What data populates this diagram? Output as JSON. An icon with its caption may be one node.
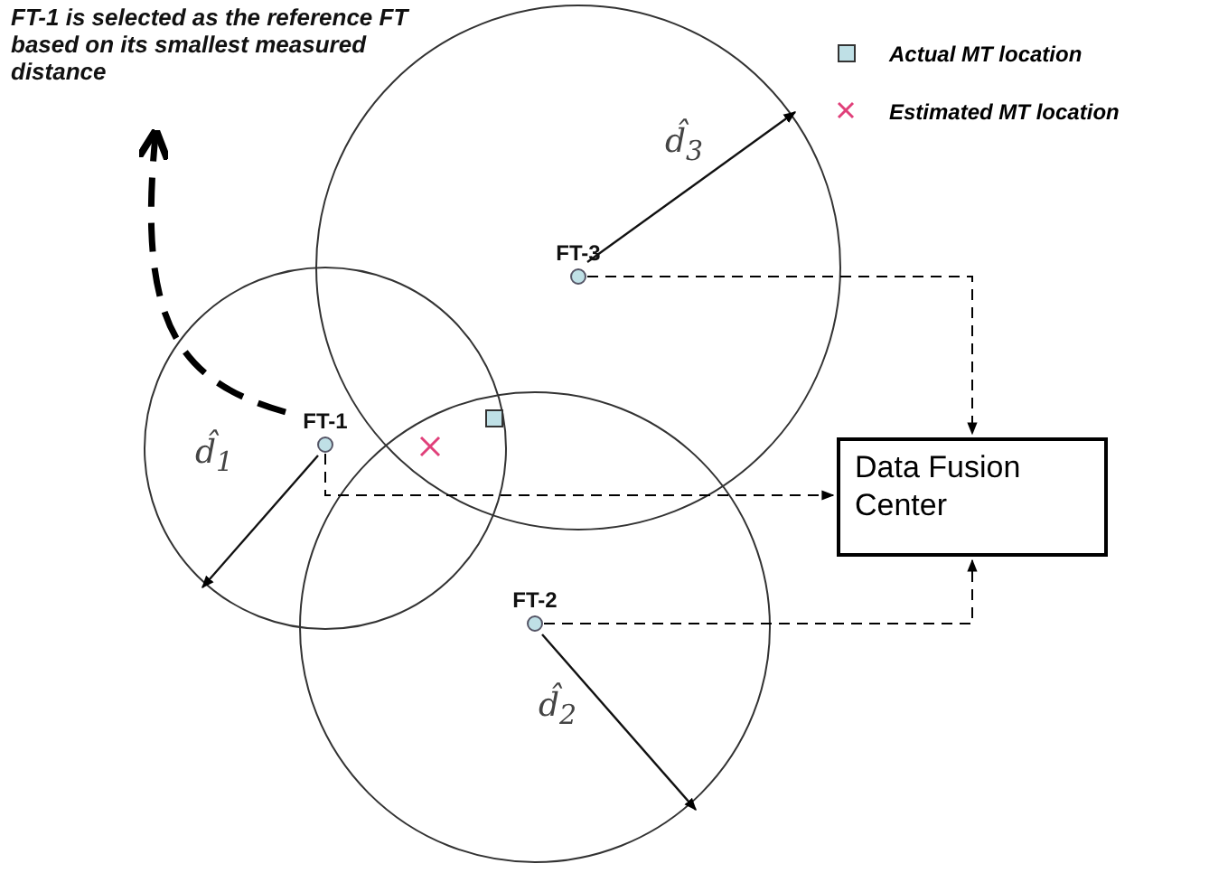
{
  "diagram": {
    "nodes": [
      {
        "text": [
          "FT-1 is selected as the reference FT based on its smallest measured distance"
        ]
      },
      {
        "text": [
          "FT-3"
        ]
      },
      {
        "text": [
          "FT-1"
        ]
      },
      {
        "text": [
          "Data Fusion Center"
        ]
      },
      {
        "text": [
          "FT-2"
        ]
      }
    ],
    "edges": [
      {
        "from": 2,
        "to": 0,
        "arrow": "to",
        "style": "dashed"
      },
      {
        "from": 1,
        "to": 3,
        "arrow": "to",
        "style": "dashed"
      },
      {
        "from": 2,
        "to": 3,
        "arrow": "to",
        "style": "dashed"
      },
      {
        "from": 4,
        "to": 3,
        "arrow": "to",
        "style": "dashed"
      }
    ],
    "labels": [
      "d̂$_{3}$",
      "d̂$_{1}$",
      "d̂$_{2}$"
    ],
    "legend": [
      {
        "text": "Actual MT location"
      },
      {
        "text": "Estimated MT location"
      }
    ]
  }
}
